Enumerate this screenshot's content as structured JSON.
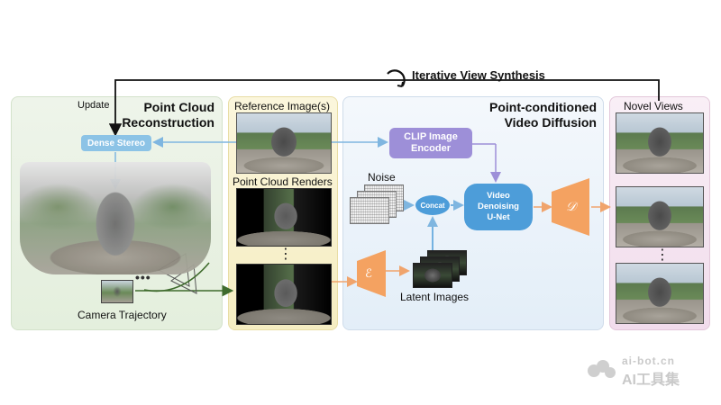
{
  "loop": {
    "label": "Iterative View Synthesis"
  },
  "recon": {
    "title_line1": "Point Cloud",
    "title_line2": "Reconstruction",
    "update_label": "Update",
    "dense_stereo": "Dense Stereo",
    "camera_label": "Camera Trajectory"
  },
  "reference": {
    "title": "Reference Image(s)",
    "renders_label": "Point Cloud Renders",
    "vdots": "⋮"
  },
  "diffusion": {
    "title_line1": "Point-conditioned",
    "title_line2": "Video Diffusion",
    "clip_line1": "CLIP Image",
    "clip_line2": "Encoder",
    "noise_label": "Noise",
    "concat_label": "Concat",
    "unet_line1": "Video",
    "unet_line2": "Denoising",
    "unet_line3": "U-Net",
    "encoder_symbol": "ℰ",
    "decoder_symbol": "𝒟",
    "latent_label": "Latent Images"
  },
  "novel": {
    "title": "Novel Views",
    "vdots": "⋮"
  },
  "watermark": {
    "line1": "ai-bot.cn",
    "line2": "AI工具集"
  },
  "colors": {
    "arrow_blue": "#7fb6e0",
    "arrow_purple": "#9d8fd8",
    "arrow_orange": "#f0a46c",
    "arrow_green": "#3f6b2d",
    "encoder_orange": "#f4a261"
  }
}
